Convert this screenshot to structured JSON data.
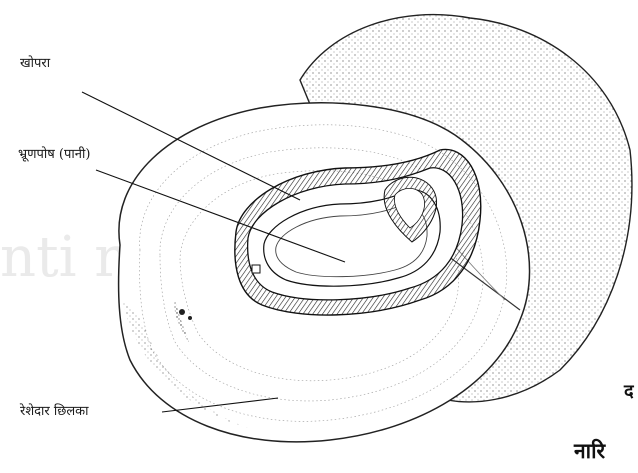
{
  "labels": {
    "khopra": "खोपरा",
    "bhroonposh": "भ्रूणपोष (पानी)",
    "chilka": "रेशेदार छिलका"
  },
  "page_text_fragments": {
    "right_top": "द",
    "right_bottom": "नारि"
  },
  "watermark": "nti ratna"
}
